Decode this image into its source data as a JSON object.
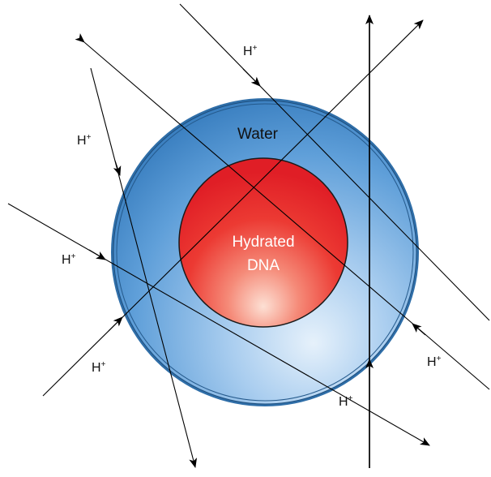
{
  "diagram": {
    "regions": {
      "water": {
        "label": "Water",
        "color": "#5d9ed8"
      },
      "dna": {
        "label_line1": "Hydrated",
        "label_line2": "DNA",
        "color": "#e8232b"
      }
    },
    "particle_label": "H",
    "particle_charge": "+"
  }
}
